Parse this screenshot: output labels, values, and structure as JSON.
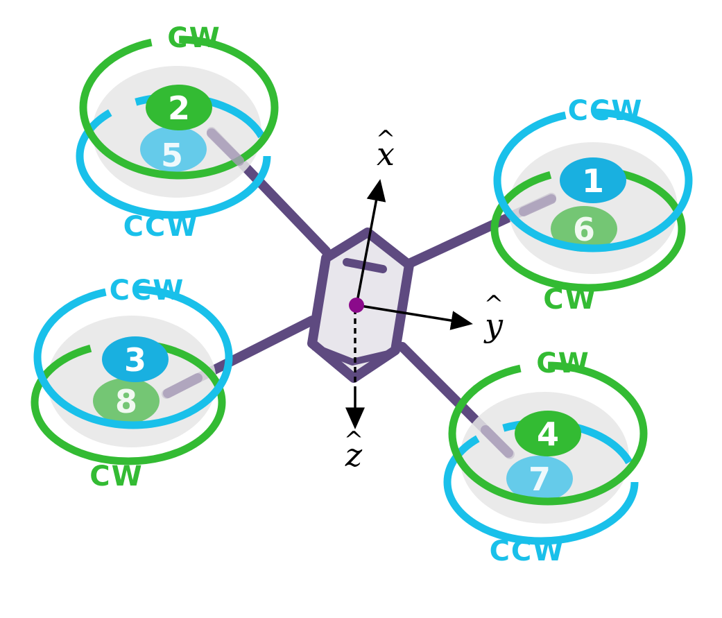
{
  "colors": {
    "cw": "#33bb33",
    "ccw": "#19c0ea",
    "frame": "#5e4a80",
    "body_fill": "#e8e6ec",
    "rotor_fill": "#e2e2e2",
    "center_dot": "#8b0a8b"
  },
  "axes": {
    "x": {
      "letter": "x",
      "hat": "^"
    },
    "y": {
      "letter": "y",
      "hat": "^"
    },
    "z": {
      "letter": "z",
      "hat": "^"
    }
  },
  "rotors": [
    {
      "id": "front-left",
      "top_number": "2",
      "bottom_number": "5",
      "top_label": "CW",
      "bottom_label": "CCW"
    },
    {
      "id": "front-right",
      "top_number": "1",
      "bottom_number": "6",
      "top_label": "CCW",
      "bottom_label": "CW"
    },
    {
      "id": "rear-left",
      "top_number": "3",
      "bottom_number": "8",
      "top_label": "CCW",
      "bottom_label": "CW"
    },
    {
      "id": "rear-right",
      "top_number": "4",
      "bottom_number": "7",
      "top_label": "CW",
      "bottom_label": "CCW"
    }
  ]
}
